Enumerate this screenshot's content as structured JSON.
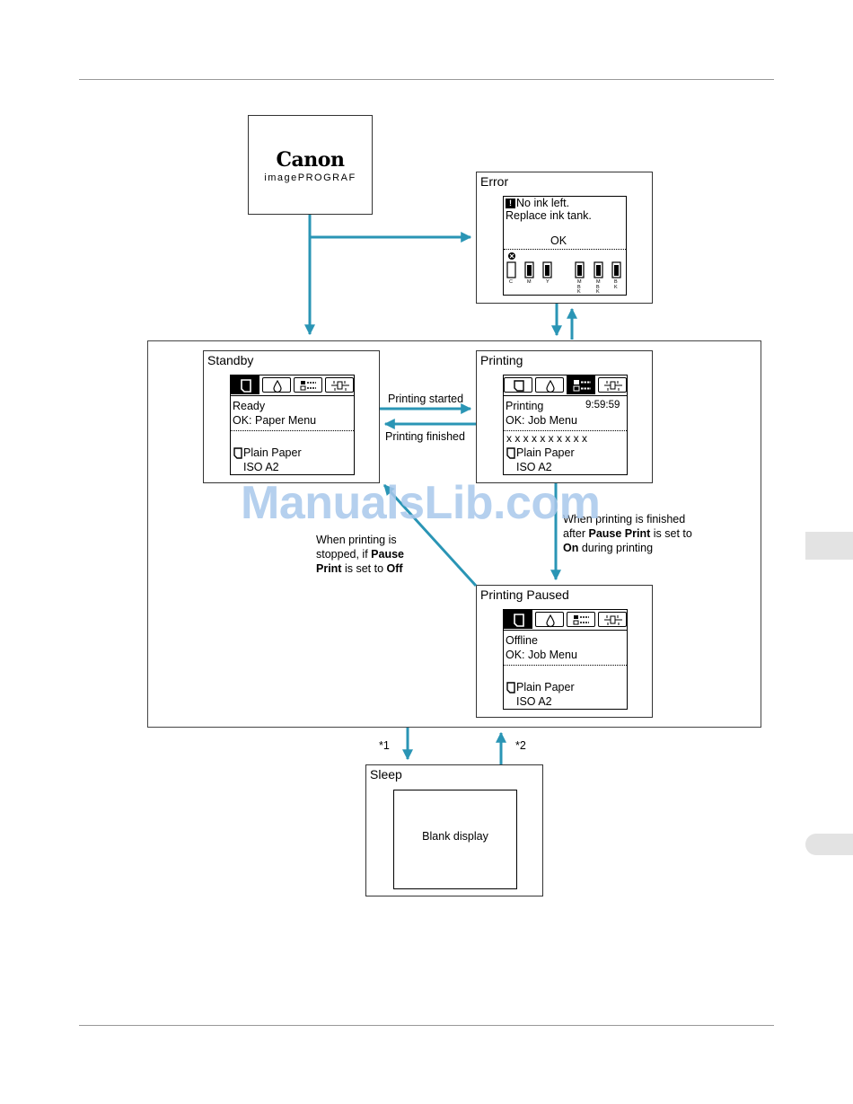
{
  "logo": {
    "brand": "Canon",
    "product": "imagePROGRAF"
  },
  "error": {
    "title": "Error",
    "line1": "No ink left.",
    "line2": "Replace ink tank.",
    "ok": "OK",
    "ink_labels": [
      "C",
      "M",
      "Y",
      "MBK",
      "MBK",
      "BK"
    ]
  },
  "standby": {
    "title": "Standby",
    "line1": "Ready",
    "line2": "OK: Paper Menu",
    "paper": "Plain Paper",
    "size": "ISO A2"
  },
  "printing": {
    "title": "Printing",
    "line1": "Printing",
    "time": "9:59:59",
    "line2": "OK: Job Menu",
    "job": "x x x x x x x x x x",
    "paper": "Plain Paper",
    "size": "ISO A2"
  },
  "paused": {
    "title": "Printing Paused",
    "line1": "Offline",
    "line2": "OK: Job Menu",
    "paper": "Plain Paper",
    "size": "ISO A2"
  },
  "sleep": {
    "title": "Sleep",
    "display": "Blank display"
  },
  "labels": {
    "printing_started": "Printing started",
    "printing_finished": "Printing finished",
    "finished_pause_1": "When printing is finished",
    "finished_pause_2a": "after ",
    "finished_pause_2b": "Pause Print",
    "finished_pause_2c": " is set to",
    "finished_pause_3a": "On",
    "finished_pause_3b": " during printing",
    "stopped_1": "When printing is",
    "stopped_2a": "stopped, if ",
    "stopped_2b": "Pause",
    "stopped_3a": "Print",
    "stopped_3b": " is set to ",
    "stopped_3c": "Off",
    "note1": "*1",
    "note2": "*2"
  },
  "watermark": "ManualsLib.com",
  "colors": {
    "arrow": "#2a95b5",
    "watermark": "#a9c8ec"
  }
}
